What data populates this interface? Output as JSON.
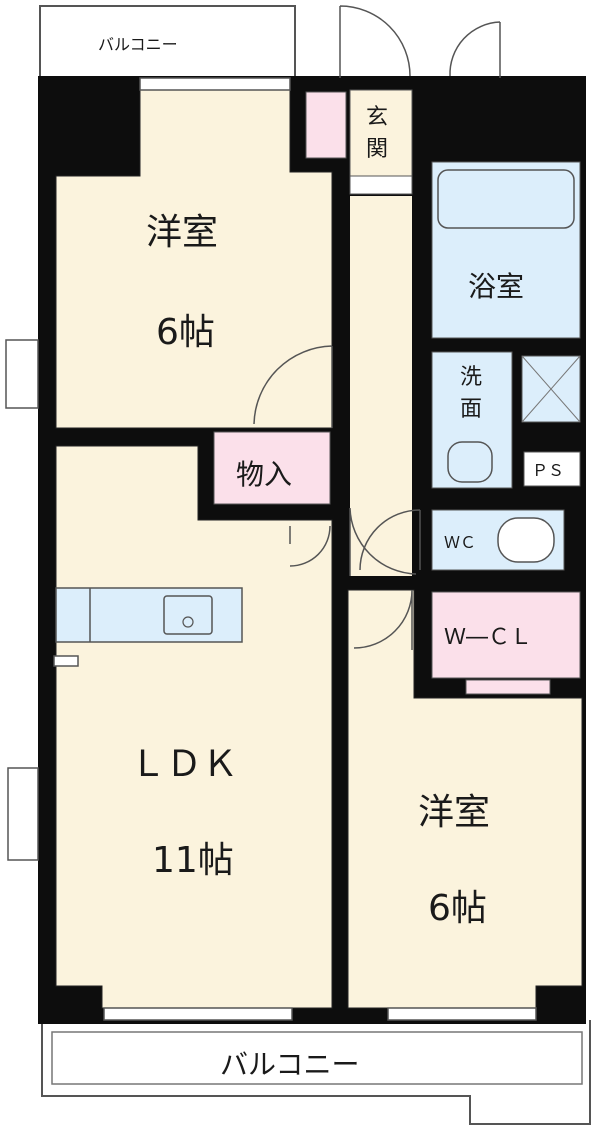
{
  "colors": {
    "wall": "#0d0d0d",
    "room": "#fbf3dd",
    "wet": "#dceefb",
    "storage": "#fbe0ea",
    "outline": "#555555"
  },
  "balcony_top": "バルコニー",
  "balcony_bottom": "バルコニー",
  "entrance": {
    "line1": "玄",
    "line2": "関"
  },
  "western_room_1": {
    "name": "洋室",
    "size": "6帖"
  },
  "storage": "物入",
  "ldk": {
    "name": "ＬＤＫ",
    "size": "11帖"
  },
  "bath": "浴室",
  "washroom": {
    "line1": "洗",
    "line2": "面"
  },
  "ps": "ＰＳ",
  "wc": "ＷＣ",
  "wcl": "Ｗ―ＣＬ",
  "western_room_2": {
    "name": "洋室",
    "size": "6帖"
  }
}
